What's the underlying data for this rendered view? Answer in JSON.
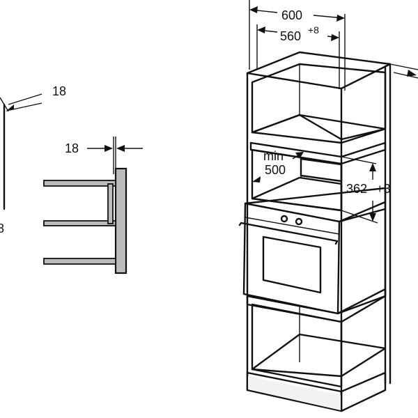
{
  "dimensions": {
    "left_panel_thickness": "18",
    "left_edge_fragment": "8",
    "shelf_panel_thickness": "18",
    "cabinet_width": "600",
    "niche_width": "560",
    "niche_width_tolerance": "+8",
    "opening_height": "362",
    "opening_height_tolerance": "+3",
    "min_label": "min",
    "min_value": "500"
  }
}
